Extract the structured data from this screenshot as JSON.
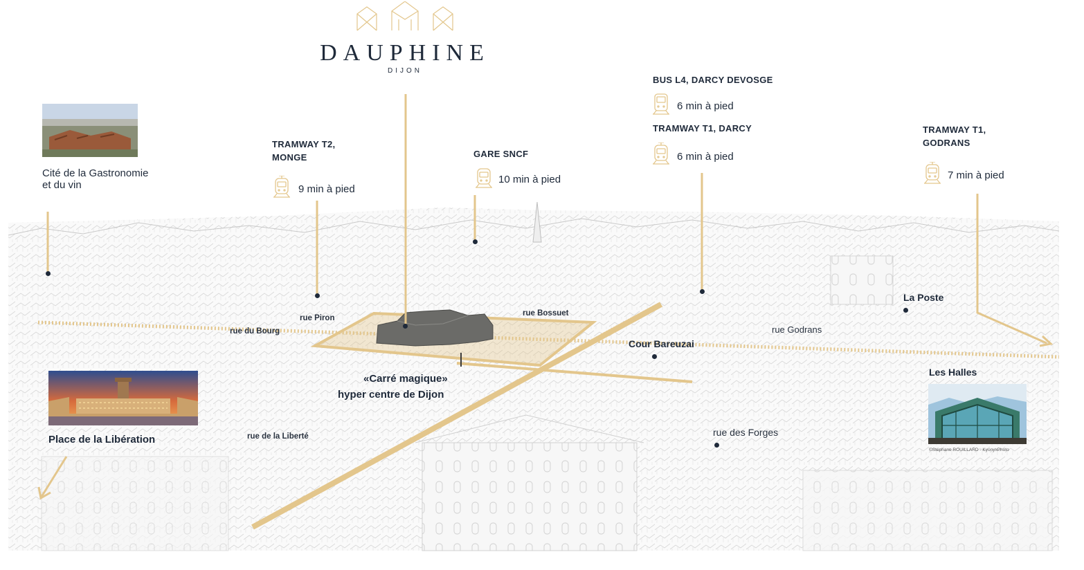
{
  "brand": {
    "name": "DAUPHINE",
    "city": "DIJON",
    "accent_color": "#e3c68c",
    "text_color": "#1f2a3a"
  },
  "transport": [
    {
      "heading_line1": "TRAMWAY T2,",
      "heading_line2": "MONGE",
      "time": "9 min à pied",
      "icon": "tram-icon"
    },
    {
      "heading_line1": "GARE SNCF",
      "heading_line2": "",
      "time": "10 min à pied",
      "icon": "tram-icon"
    },
    {
      "heading_line1": "BUS L4, DARCY DEVOSGE",
      "heading_line2": "",
      "time": "6 min à pied",
      "icon": "bus-icon"
    },
    {
      "heading_line1": "TRAMWAY T1, DARCY",
      "heading_line2": "",
      "time": "6 min à pied",
      "icon": "tram-icon"
    },
    {
      "heading_line1": "TRAMWAY T1,",
      "heading_line2": "GODRANS",
      "time": "7 min à pied",
      "icon": "tram-icon"
    }
  ],
  "places": {
    "gastronomie_line1": "Cité de la Gastronomie",
    "gastronomie_line2": "et du vin",
    "liberation": "Place de la Libération",
    "la_poste": "La Poste",
    "cour_bareuzai": "Cour Bareuzai",
    "les_halles": "Les Halles",
    "halles_credit": "©Stéphane ROUILLARD - KyonyxPhoto",
    "carre_line1": "«Carré magique»",
    "carre_line2": "hyper centre de Dijon"
  },
  "streets": {
    "piron": "rue Piron",
    "bourg": "rue du Bourg",
    "bossuet": "rue Bossuet",
    "godrans": "rue Godrans",
    "liberte": "rue de la Liberté",
    "forges": "rue des Forges"
  }
}
